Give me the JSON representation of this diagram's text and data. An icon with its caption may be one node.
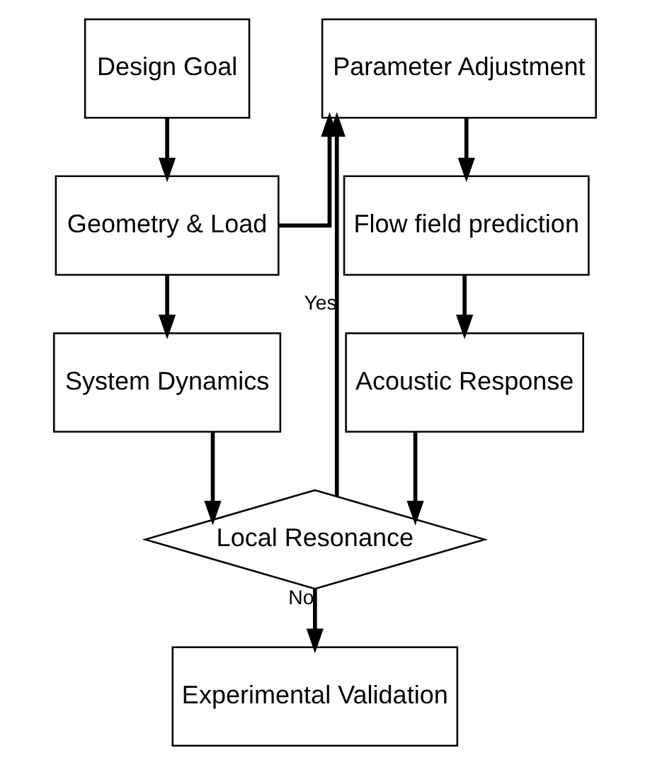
{
  "diagram": {
    "nodes": [
      {
        "text": [
          "Design Goal"
        ]
      },
      {
        "text": [
          "Geometry & Load"
        ]
      },
      {
        "text": [
          "System Dynamics"
        ]
      },
      {
        "text": [
          "Parameter Adjustment"
        ]
      },
      {
        "text": [
          "Flow field prediction"
        ]
      },
      {
        "text": [
          "Acoustic Response"
        ]
      },
      {
        "text": [
          "Local Resonance"
        ]
      },
      {
        "text": [
          "Experimental Validation"
        ]
      }
    ],
    "edges": [
      {
        "from": 0,
        "to": 1,
        "arrow": "to"
      },
      {
        "from": 1,
        "to": 2,
        "arrow": "to"
      },
      {
        "from": 1,
        "to": 3,
        "arrow": "to"
      },
      {
        "from": 3,
        "to": 4,
        "arrow": "to"
      },
      {
        "from": 4,
        "to": 5,
        "arrow": "to"
      },
      {
        "from": 5,
        "to": 6,
        "arrow": "to"
      },
      {
        "from": 2,
        "to": 6,
        "arrow": "to"
      },
      {
        "from": 6,
        "to": 3,
        "arrow": "to",
        "label": "Yes"
      },
      {
        "from": 6,
        "to": 7,
        "arrow": "to",
        "label": "No"
      }
    ]
  }
}
